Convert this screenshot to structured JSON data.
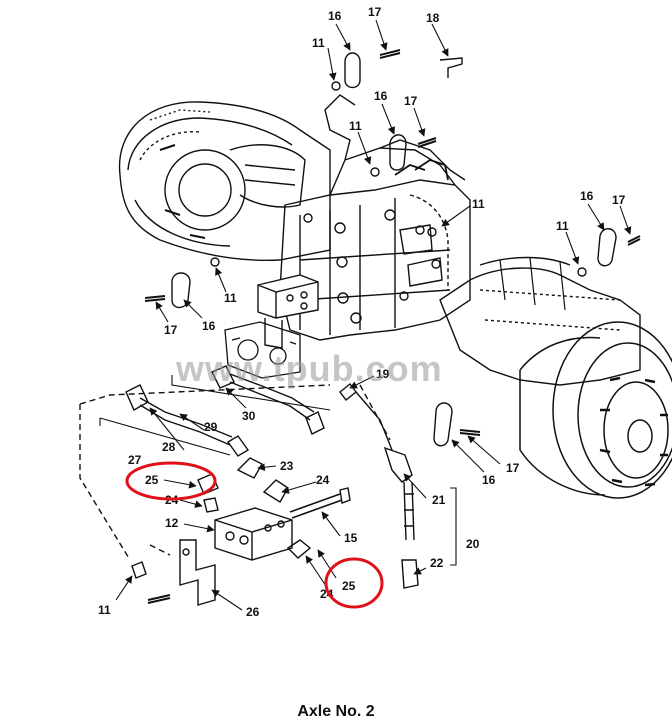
{
  "figure": {
    "caption": "Axle No. 2",
    "watermark": "www.tpub.com",
    "highlight_color": "#e0101a",
    "line_color": "#111111"
  },
  "callouts": {
    "c11a": "11",
    "c16a": "16",
    "c17a": "17",
    "c18": "18",
    "c16b": "16",
    "c17b": "17",
    "c11b": "11",
    "c11c": "11",
    "c16c": "16",
    "c17c": "17",
    "c11d": "11",
    "c11e": "11",
    "c17d": "17",
    "c16d": "16",
    "c19": "19",
    "c30": "30",
    "c29": "29",
    "c28": "28",
    "c27": "27",
    "c25a": "25",
    "c24a": "24",
    "c23": "23",
    "c24b": "24",
    "c12": "12",
    "c15": "15",
    "c25b": "25",
    "c24c": "24",
    "c21": "21",
    "c20": "20",
    "c22": "22",
    "c17e": "17",
    "c16e": "16",
    "c11f": "11",
    "c26": "26"
  }
}
